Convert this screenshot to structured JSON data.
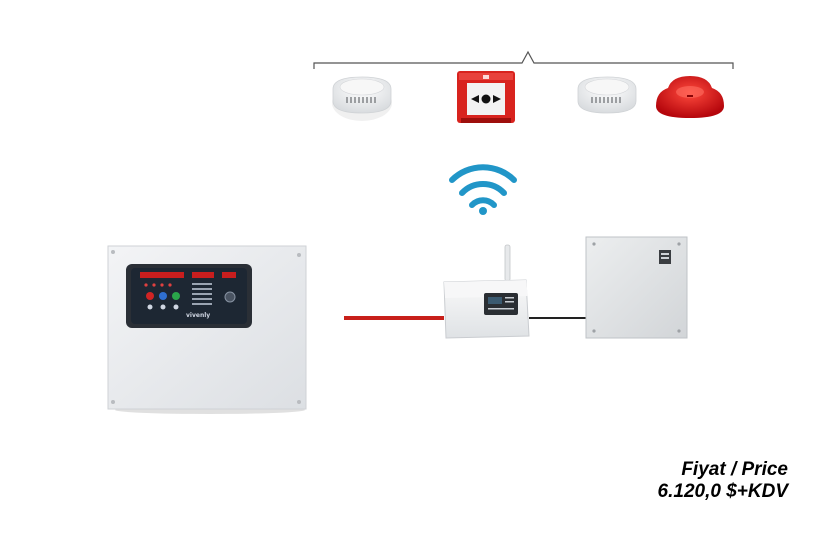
{
  "diagram": {
    "devices": [
      {
        "id": "smoke-detector-1",
        "icon": "smoke-detector-icon"
      },
      {
        "id": "manual-call-point",
        "icon": "manual-call-point-icon"
      },
      {
        "id": "smoke-detector-2",
        "icon": "smoke-detector-icon"
      },
      {
        "id": "sounder-beacon",
        "icon": "alarm-sounder-icon"
      },
      {
        "id": "wireless-signal",
        "icon": "wifi-icon"
      },
      {
        "id": "fire-control-panel",
        "icon": "control-panel-icon"
      },
      {
        "id": "wireless-translator-module",
        "icon": "radio-module-icon"
      },
      {
        "id": "power-supply-box",
        "icon": "power-supply-icon"
      }
    ],
    "colors": {
      "wifi": "#2196c8",
      "cable_red": "#c8201a",
      "cable_black": "#222222",
      "call_point_red": "#d8231e",
      "sounder_red": "#e0131a",
      "panel_body": "#e9ebee"
    },
    "panel_brand": "vivenly"
  },
  "price": {
    "label": "Fiyat / Price",
    "value": "6.120,0 $+KDV"
  }
}
